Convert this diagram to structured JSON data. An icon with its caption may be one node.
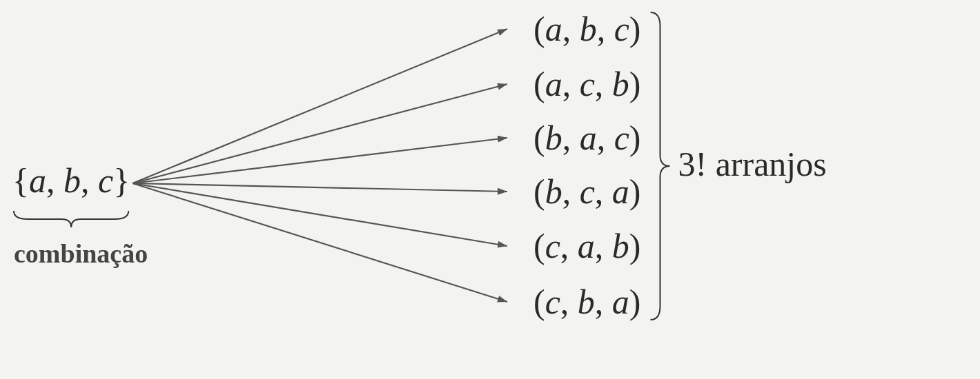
{
  "diagram": {
    "nodes": [
      {
        "text": [
          "{*a*, *b*, *c*}"
        ]
      },
      {
        "text": [
          "(*a*, *b*, *c*)"
        ]
      },
      {
        "text": [
          "(*a*, *c*, *b*)"
        ]
      },
      {
        "text": [
          "(*b*, *a*, *c*)"
        ]
      },
      {
        "text": [
          "(*b*, *c*, *a*)"
        ]
      },
      {
        "text": [
          "(*c*, *a*, *b*)"
        ]
      },
      {
        "text": [
          "(*c*, *b*, *a*)"
        ]
      }
    ],
    "edges": [
      {
        "from": 0,
        "to": 1,
        "arrow": "to"
      },
      {
        "from": 0,
        "to": 2,
        "arrow": "to"
      },
      {
        "from": 0,
        "to": 3,
        "arrow": "to"
      },
      {
        "from": 0,
        "to": 4,
        "arrow": "to"
      },
      {
        "from": 0,
        "to": 5,
        "arrow": "to"
      },
      {
        "from": 0,
        "to": 6,
        "arrow": "to"
      }
    ],
    "labels": [
      "combinação",
      "3! arranjos"
    ]
  }
}
